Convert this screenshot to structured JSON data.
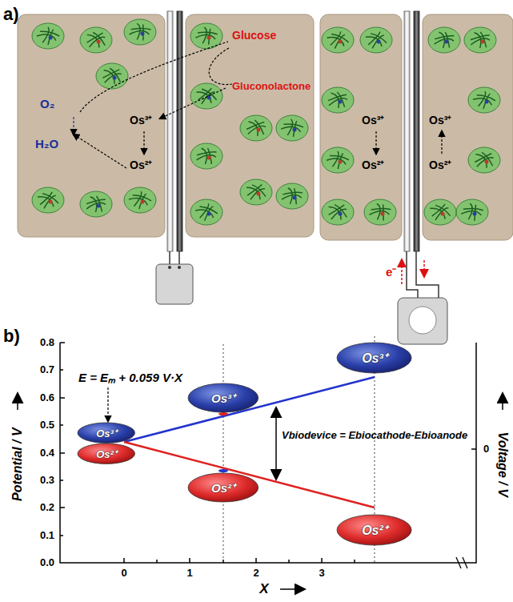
{
  "diagram": {
    "nodes": [
      {
        "text": [
          "Os³⁺"
        ]
      },
      {
        "text": [
          "Os²⁺"
        ]
      },
      {
        "text": [
          "Os³⁺"
        ]
      },
      {
        "text": [
          "Os²⁺"
        ]
      },
      {
        "text": [
          "Os³⁺"
        ]
      },
      {
        "text": [
          "Os²⁺"
        ]
      }
    ],
    "labels": [
      "a)",
      "O₂",
      "H₂O",
      "Os³⁺",
      "Os²⁺",
      "Glucose",
      "Gluconolactone",
      "Os³⁺",
      "Os²⁺",
      "Os³⁺",
      "Os²⁺",
      "e⁻",
      "b)",
      "0.8",
      "0.7",
      "0.6",
      "0.5",
      "0.4",
      "0.3",
      "0.2",
      "0.1",
      "0.0",
      "0",
      "1",
      "2",
      "3",
      "Potential / V",
      "Voltage / V",
      "0",
      "X",
      "E = Eₘ + 0.059 V·X",
      "Vbiodevice = Ebiocathode-Ebioanode"
    ]
  }
}
